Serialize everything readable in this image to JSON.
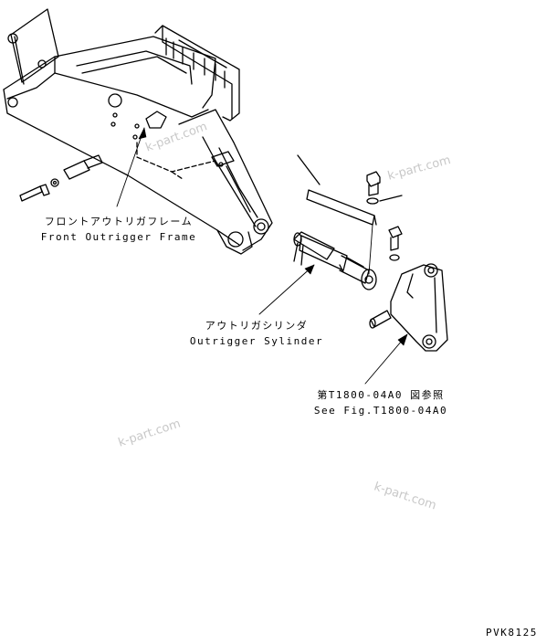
{
  "labels": {
    "frame_jp": "フロントアウトリガフレーム",
    "frame_en": "Front Outrigger Frame",
    "cylinder_jp": "アウトリガシリンダ",
    "cylinder_en": "Outrigger Sylinder",
    "ref_jp": "第T1800-04A0 図参照",
    "ref_en": "See Fig.T1800-04A0"
  },
  "watermark": "k-part.com",
  "drawing_code": "PVK8125"
}
